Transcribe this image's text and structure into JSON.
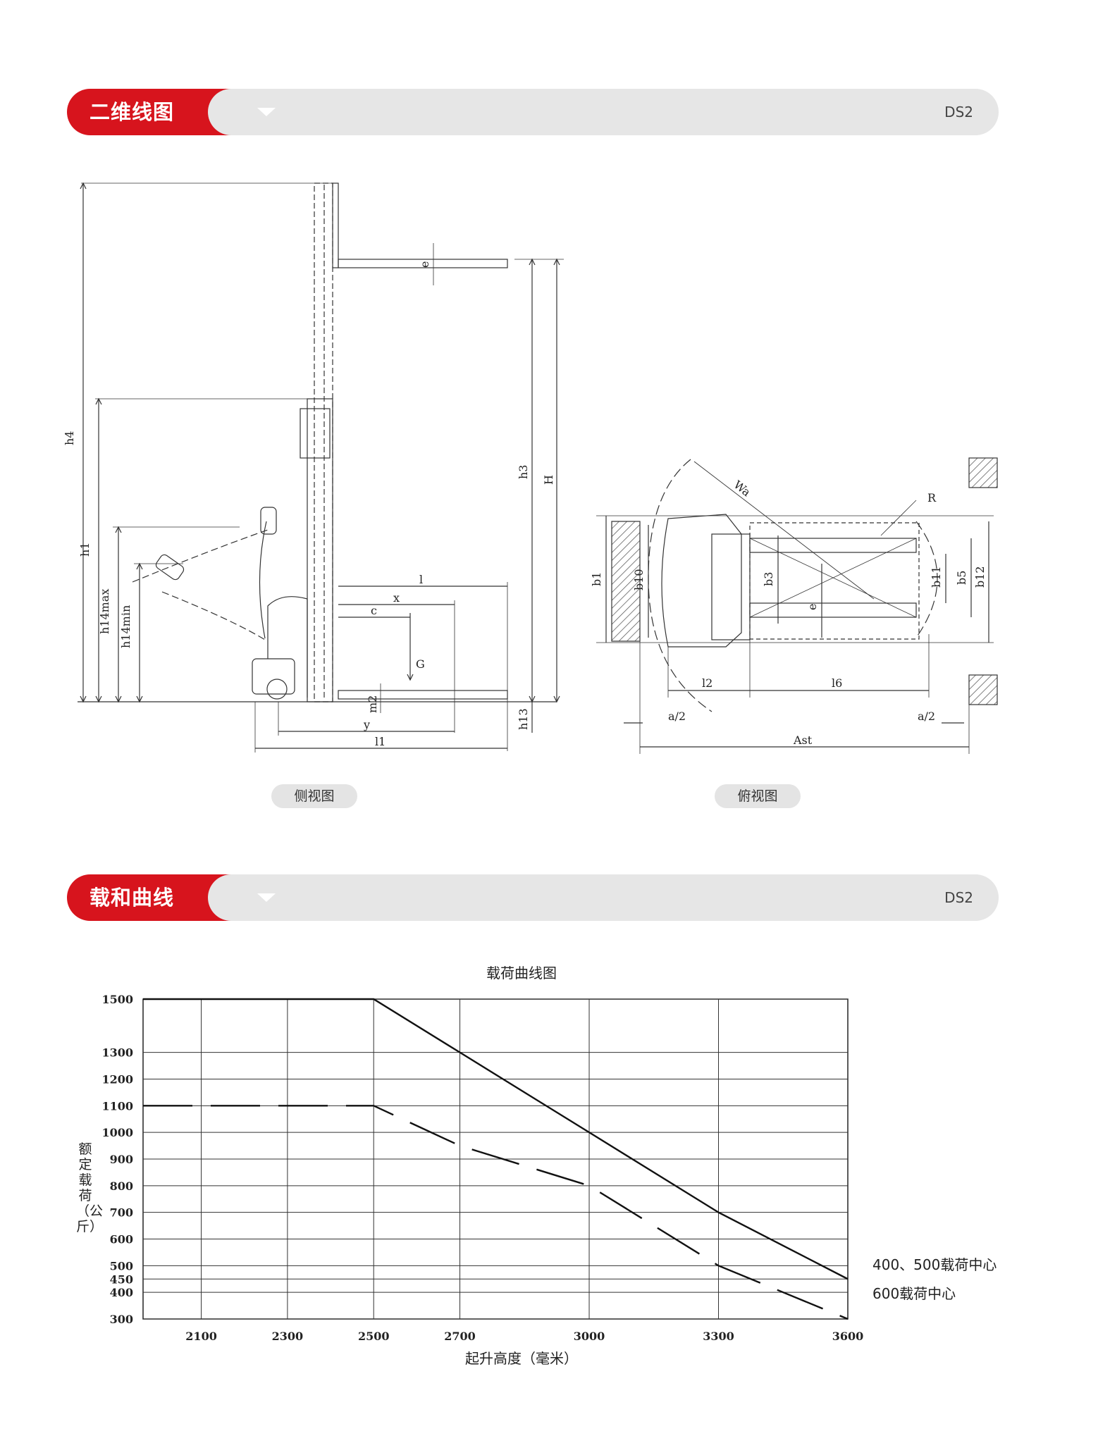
{
  "sections": {
    "drawing": {
      "title": "二维线图",
      "model": "DS2"
    },
    "curve": {
      "title": "载和曲线",
      "model": "DS2"
    }
  },
  "views": {
    "side": "侧视图",
    "top": "俯视图"
  },
  "dims": {
    "h4": "h4",
    "h1": "h1",
    "h14max": "h14max",
    "h14min": "h14min",
    "h3": "h3",
    "H": "H",
    "h13": "h13",
    "e": "e",
    "l": "l",
    "x": "x",
    "c": "c",
    "G": "G",
    "m2": "m2",
    "y": "y",
    "l1": "l1",
    "Wa": "Wa",
    "R": "R",
    "b1": "b1",
    "b10": "b10",
    "b3": "b3",
    "b11": "b11",
    "b5": "b5",
    "b12": "b12",
    "l2": "l2",
    "l6": "l6",
    "a2": "a/2",
    "Ast": "Ast"
  },
  "chart_data": {
    "type": "line",
    "title": "载荷曲线图",
    "xlabel": "起升高度（毫米）",
    "ylabel": "额定载荷（公斤）",
    "x_ticks": [
      2100,
      2300,
      2500,
      2700,
      3000,
      3300,
      3600
    ],
    "y_ticks": [
      300,
      400,
      450,
      500,
      600,
      700,
      800,
      900,
      1000,
      1100,
      1200,
      1300,
      1500
    ],
    "xlim": [
      1965,
      3600
    ],
    "ylim": [
      300,
      1500
    ],
    "series": [
      {
        "name": "400、500载荷中心",
        "style": "solid",
        "x": [
          1965,
          2500,
          2700,
          3000,
          3300,
          3600
        ],
        "y": [
          1500,
          1500,
          1300,
          1000,
          700,
          450
        ]
      },
      {
        "name": "600载荷中心",
        "style": "dashed",
        "x": [
          1965,
          2500,
          2700,
          3000,
          3300,
          3600
        ],
        "y": [
          1100,
          1100,
          950,
          800,
          500,
          300
        ]
      }
    ]
  }
}
